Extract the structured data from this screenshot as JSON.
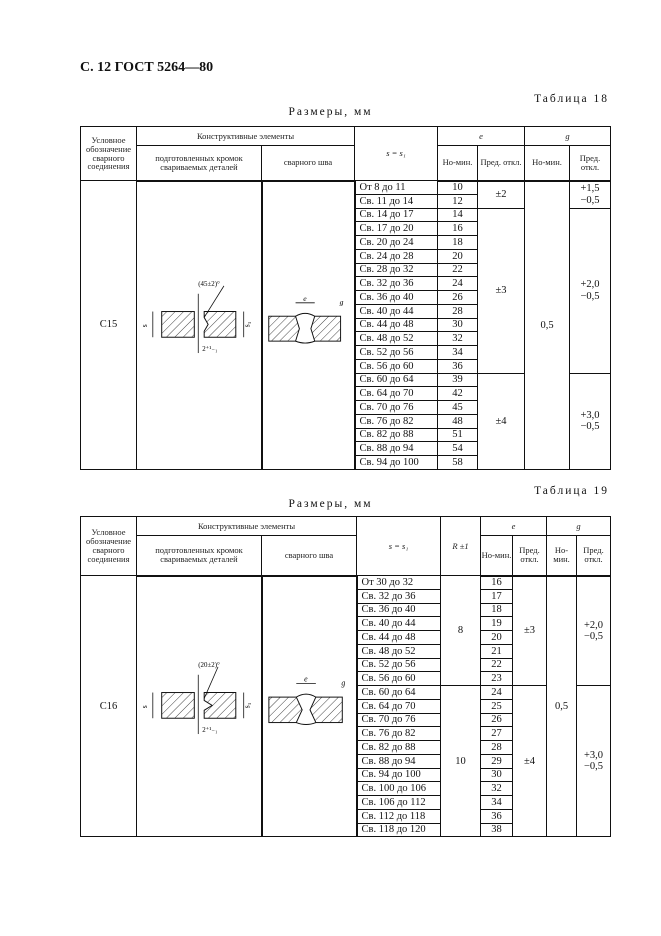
{
  "page_header": "С. 12 ГОСТ 5264—80",
  "headers": {
    "designation": "Условное обозначение сварного соединения",
    "constructive": "Конструктивные элементы",
    "prepared": "подготовленных кромок свариваемых деталей",
    "weld": "сварного шва",
    "s": "s = s₁",
    "R": "R ±1",
    "e": "e",
    "g": "g",
    "nom": "Но-мин.",
    "dev": "Пред. откл."
  },
  "table18": {
    "label": "Таблица 18",
    "units": "Размеры, мм",
    "designation": "С15",
    "angle": "(45±2)°",
    "gap": "2⁺¹₋₁",
    "ranges": [
      "От 8 до 11",
      "Св. 11 до 14",
      "Св. 14 до 17",
      "Св. 17 до 20",
      "Св. 20 до 24",
      "Св. 24 до 28",
      "Св. 28 до 32",
      "Св. 32 до 36",
      "Св. 36 до 40",
      "Св. 40 до 44",
      "Св. 44 до 48",
      "Св. 48 до 52",
      "Св. 52 до 56",
      "Св. 56 до 60",
      "Св. 60 до 64",
      "Св. 64 до 70",
      "Св. 70 до 76",
      "Св. 76 до 82",
      "Св. 82 до 88",
      "Св. 88 до 94",
      "Св. 94 до 100"
    ],
    "e_nom": [
      "10",
      "12",
      "14",
      "16",
      "18",
      "20",
      "22",
      "24",
      "26",
      "28",
      "30",
      "32",
      "34",
      "36",
      "39",
      "42",
      "45",
      "48",
      "51",
      "54",
      "58"
    ],
    "e_dev": [
      {
        "v": "±2",
        "span": 2
      },
      {
        "v": "±3",
        "span": 12
      },
      {
        "v": "±4",
        "span": 7
      }
    ],
    "g_nom": "0,5",
    "g_dev": [
      {
        "v": "+1,5 −0,5",
        "span": 2
      },
      {
        "v": "+2,0 −0,5",
        "span": 12
      },
      {
        "v": "+3,0 −0,5",
        "span": 7
      }
    ]
  },
  "table19": {
    "label": "Таблица 19",
    "units": "Размеры, мм",
    "designation": "С16",
    "angle": "(20±2)°",
    "gap": "2⁺¹₋₁",
    "ranges": [
      "От 30 до 32",
      "Св. 32 до 36",
      "Св. 36 до 40",
      "Св. 40 до 44",
      "Св. 44 до 48",
      "Св. 48 до 52",
      "Св. 52 до 56",
      "Св. 56 до 60",
      "Св. 60 до 64",
      "Св. 64 до 70",
      "Св. 70 до 76",
      "Св. 76 до 82",
      "Св. 82 до 88",
      "Св. 88 до 94",
      "Св. 94 до 100",
      "Св. 100 до 106",
      "Св. 106 до 112",
      "Св. 112 до 118",
      "Св. 118 до 120"
    ],
    "R": [
      {
        "v": "8",
        "span": 8
      },
      {
        "v": "10",
        "span": 11
      }
    ],
    "e_nom": [
      "16",
      "17",
      "18",
      "19",
      "20",
      "21",
      "22",
      "23",
      "24",
      "25",
      "26",
      "27",
      "28",
      "29",
      "30",
      "32",
      "34",
      "36",
      "38"
    ],
    "e_dev": [
      {
        "v": "±3",
        "span": 8
      },
      {
        "v": "±4",
        "span": 11
      }
    ],
    "g_nom": "0,5",
    "g_dev": [
      {
        "v": "+2,0 −0,5",
        "span": 8
      },
      {
        "v": "+3,0 −0,5",
        "span": 11
      }
    ]
  }
}
